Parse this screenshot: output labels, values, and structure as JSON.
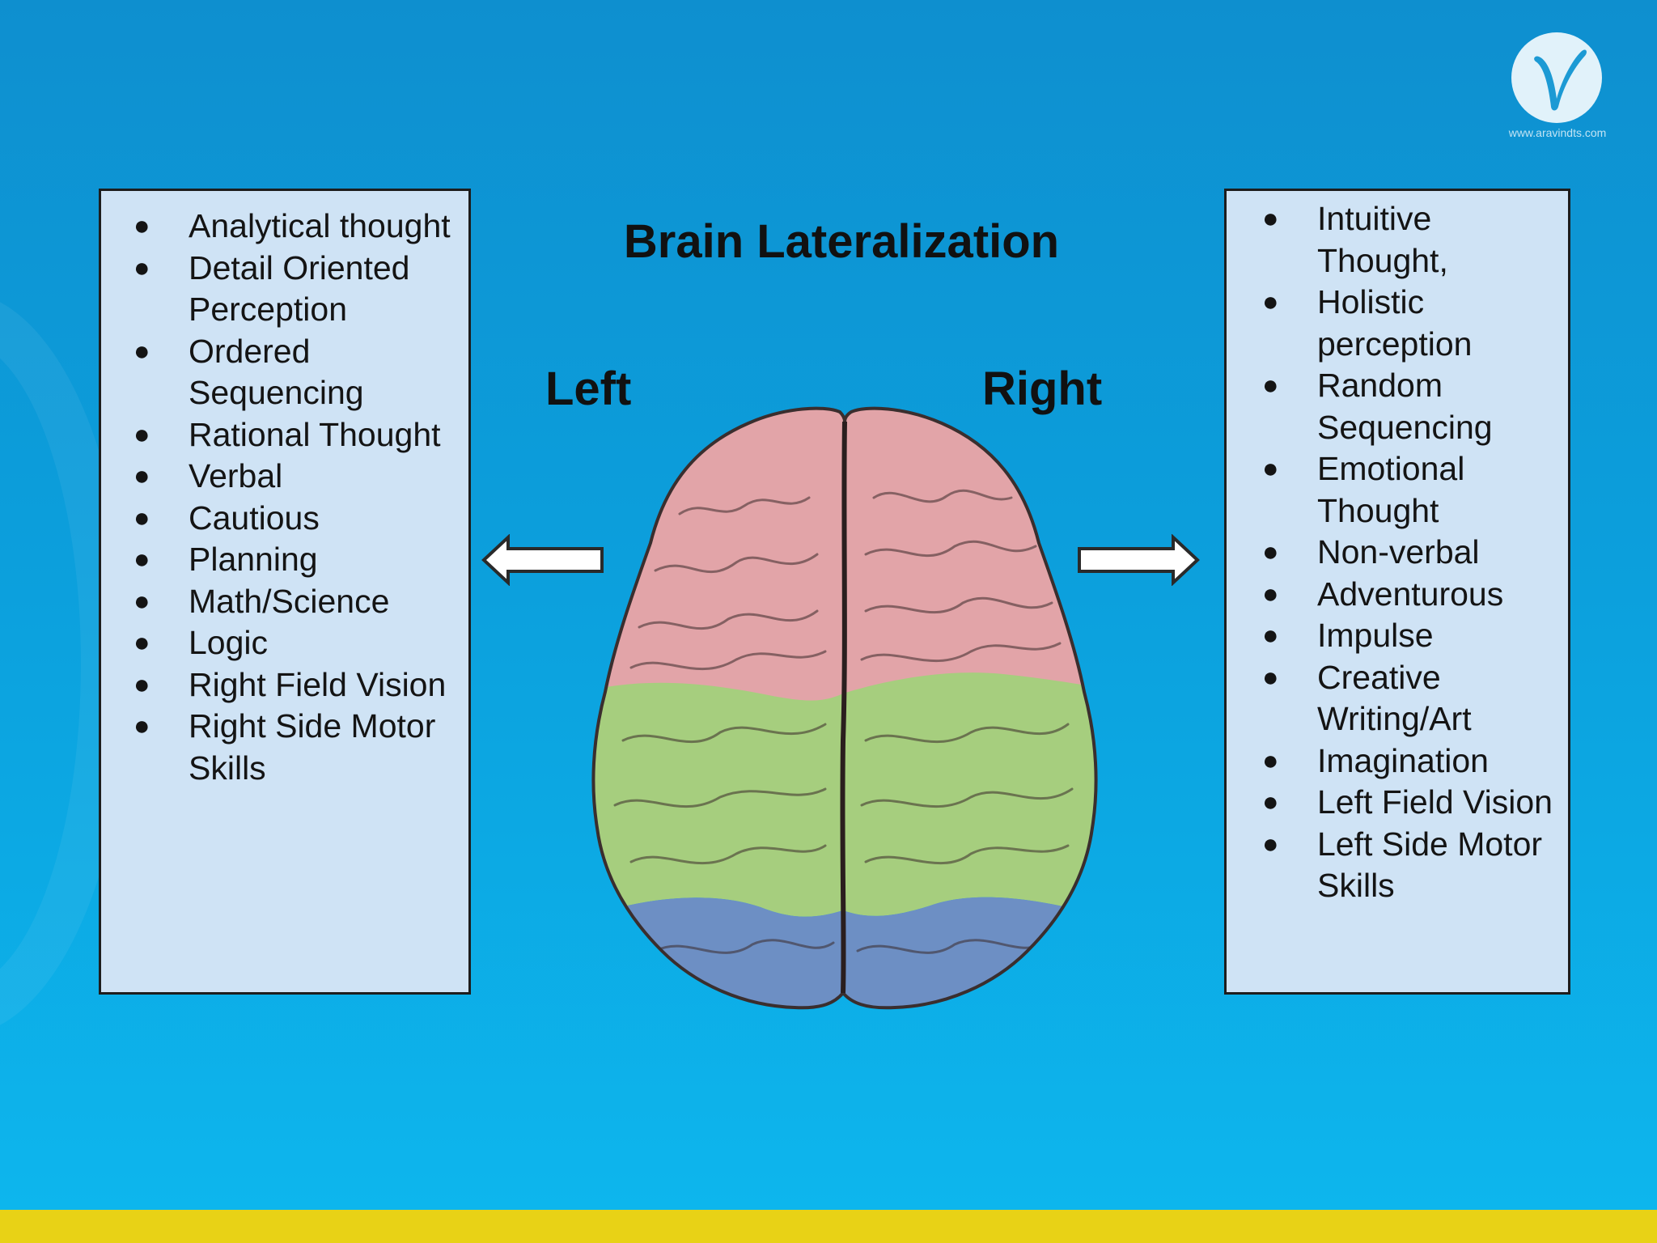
{
  "title": "Brain Lateralization",
  "left_label": "Left",
  "right_label": "Right",
  "logo": {
    "glyph": "V",
    "url": "www.aravindts.com"
  },
  "left_list": [
    "Analytical thought",
    "Detail Oriented Perception",
    "Ordered Sequencing",
    "Rational Thought",
    "Verbal",
    "Cautious",
    "Planning",
    "Math/Science",
    "Logic",
    "Right Field Vision",
    "Right Side Motor Skills"
  ],
  "right_list": [
    "Intuitive Thought,",
    "Holistic perception",
    "Random Sequencing",
    "Emotional Thought",
    "Non-verbal",
    "Adventurous",
    "Impulse",
    "Creative Writing/Art",
    "Imagination",
    "Left Field Vision",
    "Left Side Motor Skills"
  ],
  "colors": {
    "background_top": "#0e8fcf",
    "background_bottom": "#0db7ee",
    "panel": "#cfe3f5",
    "bottom_bar": "#e8d216",
    "frontal_lobe": "#e2a4a8",
    "parietal_lobe": "#a6ce7e",
    "occipital_lobe": "#6d8fc4"
  }
}
